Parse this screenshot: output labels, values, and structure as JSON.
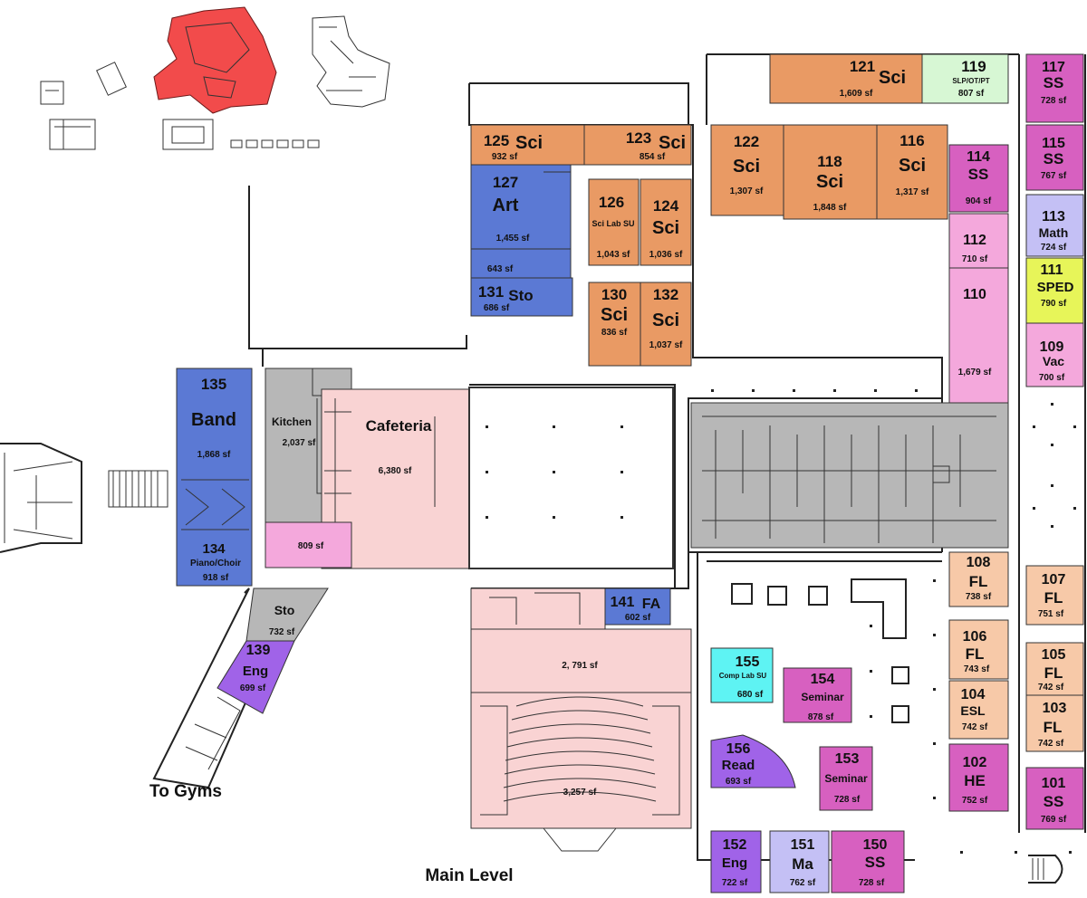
{
  "plan_title": "Main Level",
  "exit_label": "To Gyms",
  "colors": {
    "science": "#e99a64",
    "art_music": "#5b79d4",
    "social_studies": "#d760c0",
    "special_ed": "#f2a6e3",
    "math": "#c4c0f5",
    "sped_yellow": "#e7f559",
    "slp": "#d7f7d4",
    "foreign_language": "#f7c9a8",
    "english": "#a063e8",
    "comp_lab": "#5ef3f3",
    "service": "#b7b7b7",
    "cafeteria": "#f9d3d3",
    "pink_room": "#f4a8dc",
    "key_highlight": "#f24b4b"
  },
  "rooms": [
    {
      "id": "r121",
      "num": "121",
      "code": "Sci",
      "area": "1,609 sf"
    },
    {
      "id": "r119",
      "num": "119",
      "code": "SLP/OT/PT",
      "area": "807 sf"
    },
    {
      "id": "r117",
      "num": "117",
      "code": "SS",
      "area": "728 sf"
    },
    {
      "id": "r125",
      "num": "125",
      "code": "Sci",
      "area": "932 sf"
    },
    {
      "id": "r123",
      "num": "123",
      "code": "Sci",
      "area": "854 sf"
    },
    {
      "id": "r122",
      "num": "122",
      "code": "Sci",
      "area": "1,307 sf"
    },
    {
      "id": "r118",
      "num": "118",
      "code": "Sci",
      "area": "1,848 sf"
    },
    {
      "id": "r116",
      "num": "116",
      "code": "Sci",
      "area": "1,317 sf"
    },
    {
      "id": "r114",
      "num": "114",
      "code": "SS",
      "area": "904 sf"
    },
    {
      "id": "r115",
      "num": "115",
      "code": "SS",
      "area": "767 sf"
    },
    {
      "id": "r127",
      "num": "127",
      "code": "Art",
      "area": "1,455 sf",
      "area2": "643 sf"
    },
    {
      "id": "r126",
      "num": "126",
      "code": "Sci Lab SU",
      "area": "1,043 sf"
    },
    {
      "id": "r124",
      "num": "124",
      "code": "Sci",
      "area": "1,036 sf"
    },
    {
      "id": "r113",
      "num": "113",
      "code": "Math",
      "area": "724 sf"
    },
    {
      "id": "r112",
      "num": "112",
      "code": "",
      "area": "710 sf"
    },
    {
      "id": "r111",
      "num": "111",
      "code": "SPED",
      "area": "790 sf"
    },
    {
      "id": "r131",
      "num": "131",
      "code": "Sto",
      "area": "686 sf"
    },
    {
      "id": "r130",
      "num": "130",
      "code": "Sci",
      "area": "836 sf"
    },
    {
      "id": "r132",
      "num": "132",
      "code": "Sci",
      "area": "1,037 sf"
    },
    {
      "id": "r110",
      "num": "110",
      "code": "",
      "area": "1,679 sf"
    },
    {
      "id": "r109",
      "num": "109",
      "code": "Vac",
      "area": "700 sf"
    },
    {
      "id": "r135",
      "num": "135",
      "code": "Band",
      "area": "1,868 sf"
    },
    {
      "id": "r134",
      "num": "134",
      "code": "Piano/Choir",
      "area": "918 sf"
    },
    {
      "id": "kitchen",
      "num": "",
      "code": "Kitchen",
      "area": "2,037 sf"
    },
    {
      "id": "cafeteria",
      "num": "",
      "code": "Cafeteria",
      "area": "6,380 sf"
    },
    {
      "id": "r809",
      "num": "",
      "code": "",
      "area": "809 sf"
    },
    {
      "id": "sto732",
      "num": "",
      "code": "Sto",
      "area": "732 sf"
    },
    {
      "id": "r139",
      "num": "139",
      "code": "Eng",
      "area": "699 sf"
    },
    {
      "id": "r141",
      "num": "141",
      "code": "FA",
      "area": "602 sf"
    },
    {
      "id": "stage",
      "num": "",
      "code": "",
      "area": "2, 791 sf"
    },
    {
      "id": "aud",
      "num": "",
      "code": "",
      "area": "3,257 sf"
    },
    {
      "id": "r155",
      "num": "155",
      "code": "Comp Lab SU",
      "area": "680 sf"
    },
    {
      "id": "r154",
      "num": "154",
      "code": "Seminar",
      "area": "878 sf"
    },
    {
      "id": "r156",
      "num": "156",
      "code": "Read",
      "area": "693 sf"
    },
    {
      "id": "r153",
      "num": "153",
      "code": "Seminar",
      "area": "728 sf"
    },
    {
      "id": "r152",
      "num": "152",
      "code": "Eng",
      "area": "722 sf"
    },
    {
      "id": "r151",
      "num": "151",
      "code": "Ma",
      "area": "762 sf"
    },
    {
      "id": "r150",
      "num": "150",
      "code": "SS",
      "area": "728 sf"
    },
    {
      "id": "r108",
      "num": "108",
      "code": "FL",
      "area": "738 sf"
    },
    {
      "id": "r107",
      "num": "107",
      "code": "FL",
      "area": "751 sf"
    },
    {
      "id": "r106",
      "num": "106",
      "code": "FL",
      "area": "743 sf"
    },
    {
      "id": "r105",
      "num": "105",
      "code": "FL",
      "area": "742 sf"
    },
    {
      "id": "r104",
      "num": "104",
      "code": "ESL",
      "area": "742 sf"
    },
    {
      "id": "r103",
      "num": "103",
      "code": "FL",
      "area": "742 sf"
    },
    {
      "id": "r102",
      "num": "102",
      "code": "HE",
      "area": "752 sf"
    },
    {
      "id": "r101",
      "num": "101",
      "code": "SS",
      "area": "769 sf"
    }
  ]
}
